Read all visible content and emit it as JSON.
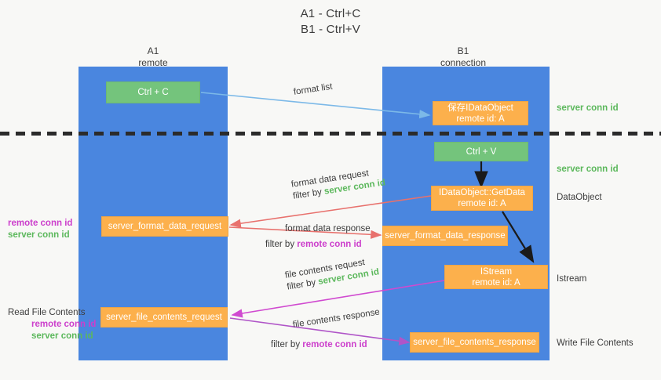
{
  "title": {
    "line1": "A1 - Ctrl+C",
    "line2": "B1 - Ctrl+V"
  },
  "columns": [
    {
      "name": "A1",
      "sub": "remote"
    },
    {
      "name": "B1",
      "sub": "connection"
    }
  ],
  "colors": {
    "lane": "#4a86df",
    "green_box": "#74c47c",
    "orange_box": "#fcb04c",
    "server_conn_id": "#5cb85c",
    "remote_conn_id": "#cc3fcc",
    "arrow_blue": "#7cb9e8",
    "arrow_red": "#e8716d",
    "arrow_magenta": "#d04ad0",
    "arrow_purple": "#a050c8",
    "arrow_black": "#1a1a1a",
    "dashed_line": "#2b2b2b"
  },
  "boxes": {
    "ctrl_c": {
      "line1": "Ctrl + C"
    },
    "ctrl_v": {
      "line1": "Ctrl + V"
    },
    "save_idataobject": {
      "line1": "保存IDataObject",
      "line2": "remote id: A"
    },
    "getdata": {
      "line1": "IDataObject::GetData",
      "line2": "remote id: A"
    },
    "istream": {
      "line1": "IStream",
      "line2": "remote id: A"
    },
    "server_format_data_request": {
      "line1": "server_format_data_request"
    },
    "server_format_data_response": {
      "line1": "server_format_data_response"
    },
    "server_file_contents_request": {
      "line1": "server_file_contents_request"
    },
    "server_file_contents_response": {
      "line1": "server_file_contents_response"
    }
  },
  "annotations": {
    "format_list": "format list",
    "format_data_request": "format data request",
    "filter_by": "filter by ",
    "server_conn_id": "server conn id",
    "remote_conn_id": "remote conn id",
    "format_data_response": "format data response",
    "file_contents_request": "file contents request",
    "file_contents_response": "file contents response"
  },
  "right_labels": {
    "server_conn_id_top": "server conn id",
    "server_conn_id_mid": "server conn id",
    "dataobject": "DataObject",
    "istream": "Istream",
    "write_file_contents": "Write File Contents"
  },
  "left_labels": {
    "remote_conn_id_1": "remote conn id",
    "server_conn_id_1": "server conn id",
    "read_file_contents": "Read File Contents",
    "remote_conn_id_2": "remote conn id",
    "server_conn_id_2": "server conn id"
  }
}
